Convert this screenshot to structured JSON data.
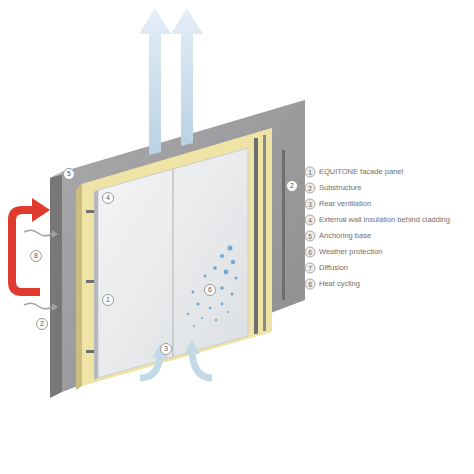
{
  "diagram": {
    "labels": [
      "5",
      "4",
      "8",
      "2",
      "1",
      "6",
      "3",
      "2",
      "1",
      "EQUITONE facade panel",
      "2",
      "Substructure",
      "3",
      "Rear ventilation",
      "4",
      "External wall insulation behind cladding",
      "5",
      "Anchoring base",
      "6",
      "Weather protection",
      "7",
      "Diffusion",
      "8",
      "Heat cycling"
    ]
  }
}
